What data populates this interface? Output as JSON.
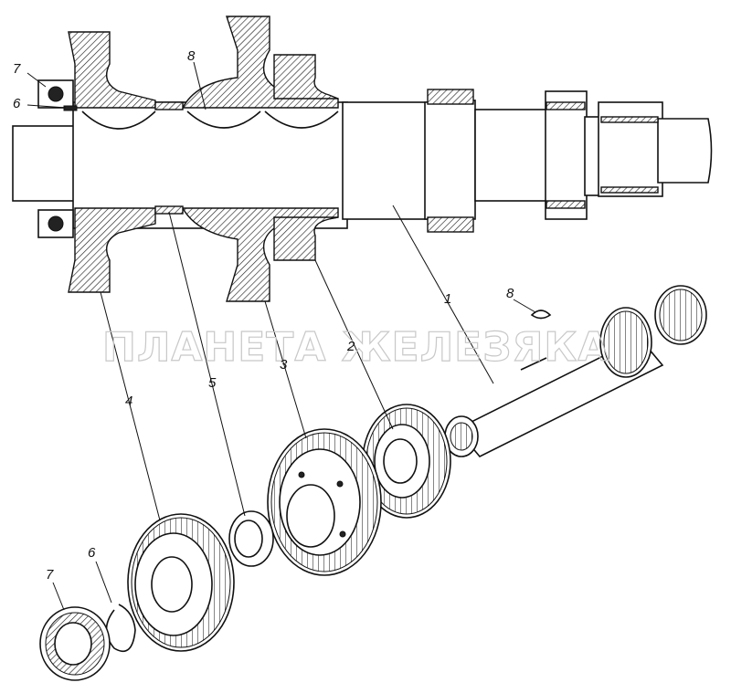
{
  "watermark": "ПЛАНЕТА ЖЕЛЕЗЯКА",
  "callouts": {
    "top_7": "7",
    "top_6": "6",
    "top_8": "8",
    "label_1": "1",
    "label_2": "2",
    "label_3": "3",
    "label_4": "4",
    "label_5": "5",
    "label_8": "8",
    "bottom_6": "6",
    "bottom_7": "7"
  }
}
